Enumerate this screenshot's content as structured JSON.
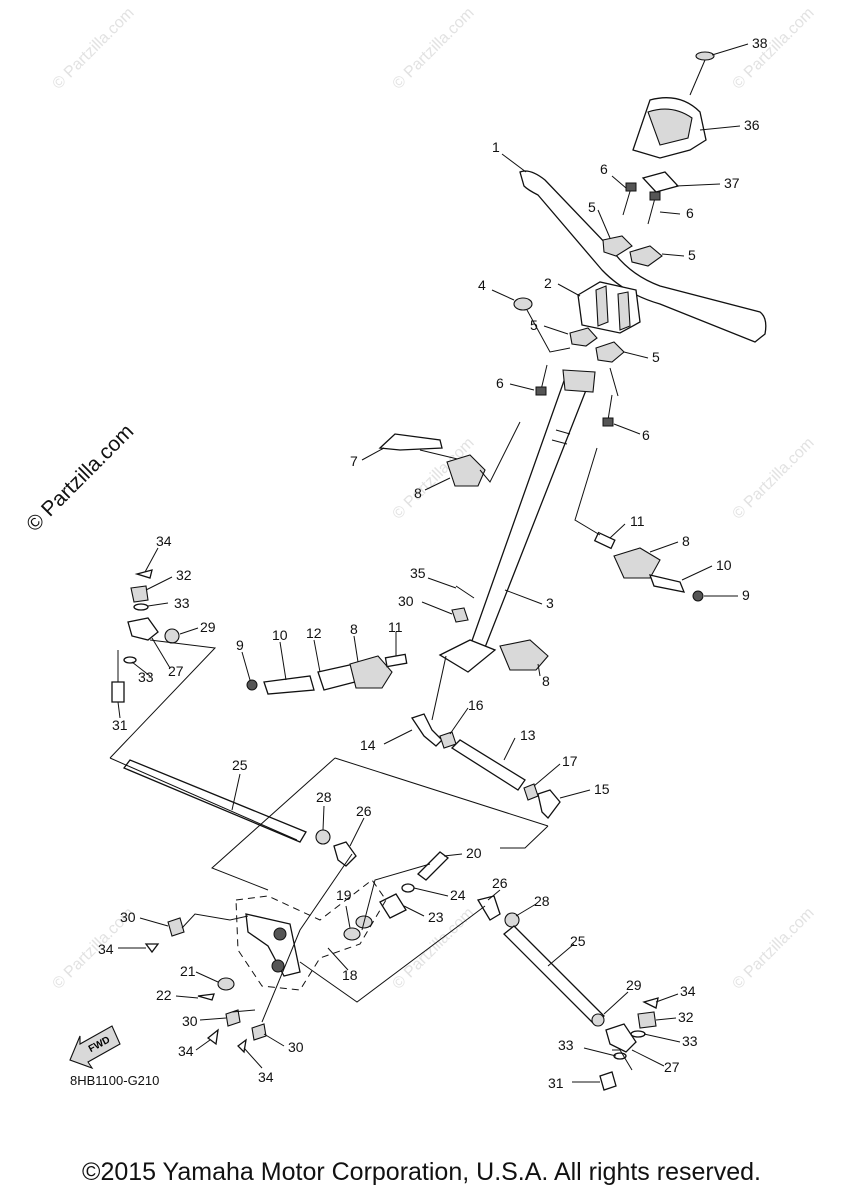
{
  "diagram_code": "8HB1100-G210",
  "copyright": "©2015 Yamaha Motor Corporation, U.S.A. All rights reserved.",
  "watermark_side": "© Partzilla.com",
  "watermark_faint": "© Partzilla.com",
  "fwd_label": "FWD",
  "callouts": [
    "38",
    "36",
    "37",
    "1",
    "6",
    "6",
    "5",
    "5",
    "2",
    "4",
    "5",
    "5",
    "6",
    "6",
    "7",
    "8",
    "11",
    "8",
    "10",
    "9",
    "35",
    "30",
    "3",
    "34",
    "32",
    "33",
    "29",
    "27",
    "33",
    "31",
    "9",
    "10",
    "12",
    "8",
    "11",
    "8",
    "14",
    "16",
    "13",
    "17",
    "15",
    "25",
    "28",
    "26",
    "20",
    "24",
    "23",
    "19",
    "18",
    "30",
    "34",
    "21",
    "22",
    "30",
    "34",
    "30",
    "34",
    "26",
    "28",
    "25",
    "29",
    "34",
    "32",
    "33",
    "27",
    "33",
    "31"
  ]
}
